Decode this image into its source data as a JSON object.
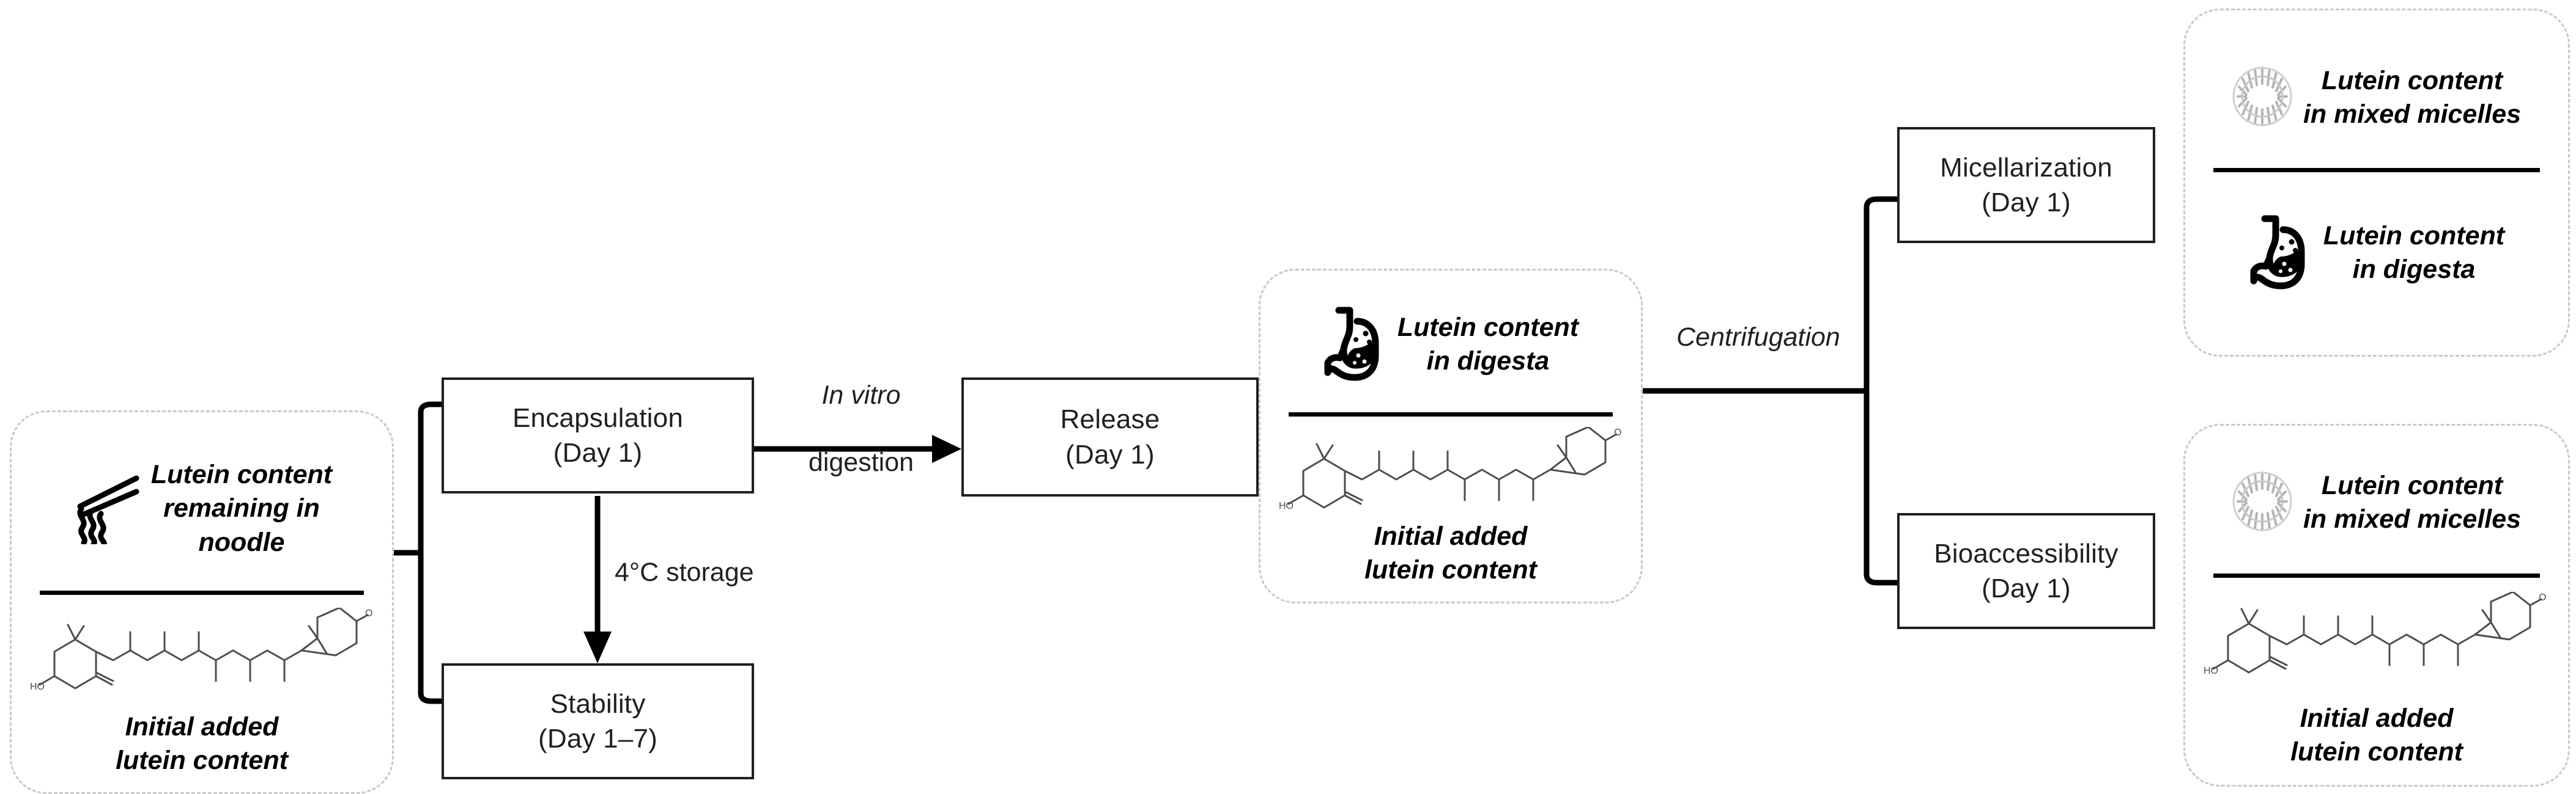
{
  "diagram": {
    "title": "Lutein encapsulation, stability, release and bioaccessibility workflow",
    "colors": {
      "box_border": "#231f20",
      "panel_border": "#c9c9c9",
      "line": "#000000",
      "text": "#231f20",
      "micelle_icon": "#b4b4b4"
    }
  },
  "panels": {
    "noodle": {
      "numerator": "Lutein content\nremaining in\nnoodle",
      "numerator_icon": "chopsticks-noodle-icon",
      "denominator": "Initial added\nlutein content",
      "denominator_icon": "lutein-molecule-icon"
    },
    "digesta": {
      "numerator": "Lutein content\nin digesta",
      "numerator_icon": "stomach-icon",
      "denominator": "Initial added\nlutein content",
      "denominator_icon": "lutein-molecule-icon"
    },
    "micellarization": {
      "numerator": "Lutein content\nin mixed micelles",
      "numerator_icon": "micelle-icon",
      "denominator": "Lutein content\nin digesta",
      "denominator_icon": "stomach-icon"
    },
    "bioaccessibility": {
      "numerator": "Lutein content\nin mixed micelles",
      "numerator_icon": "micelle-icon",
      "denominator": "Initial added\nlutein content",
      "denominator_icon": "lutein-molecule-icon"
    }
  },
  "boxes": {
    "encapsulation": {
      "line1": "Encapsulation",
      "line2": "(Day 1)"
    },
    "stability": {
      "line1": "Stability",
      "line2": "(Day 1–7)"
    },
    "release": {
      "line1": "Release",
      "line2": "(Day 1)"
    },
    "micellarization": {
      "line1": "Micellarization",
      "line2": "(Day 1)"
    },
    "bioaccessibility": {
      "line1": "Bioaccessibility",
      "line2": "(Day 1)"
    }
  },
  "labels": {
    "in_vitro_digestion_italic": "In vitro",
    "in_vitro_digestion_rest": "digestion",
    "storage": "4°C storage",
    "centrifugation": "Centrifugation"
  }
}
